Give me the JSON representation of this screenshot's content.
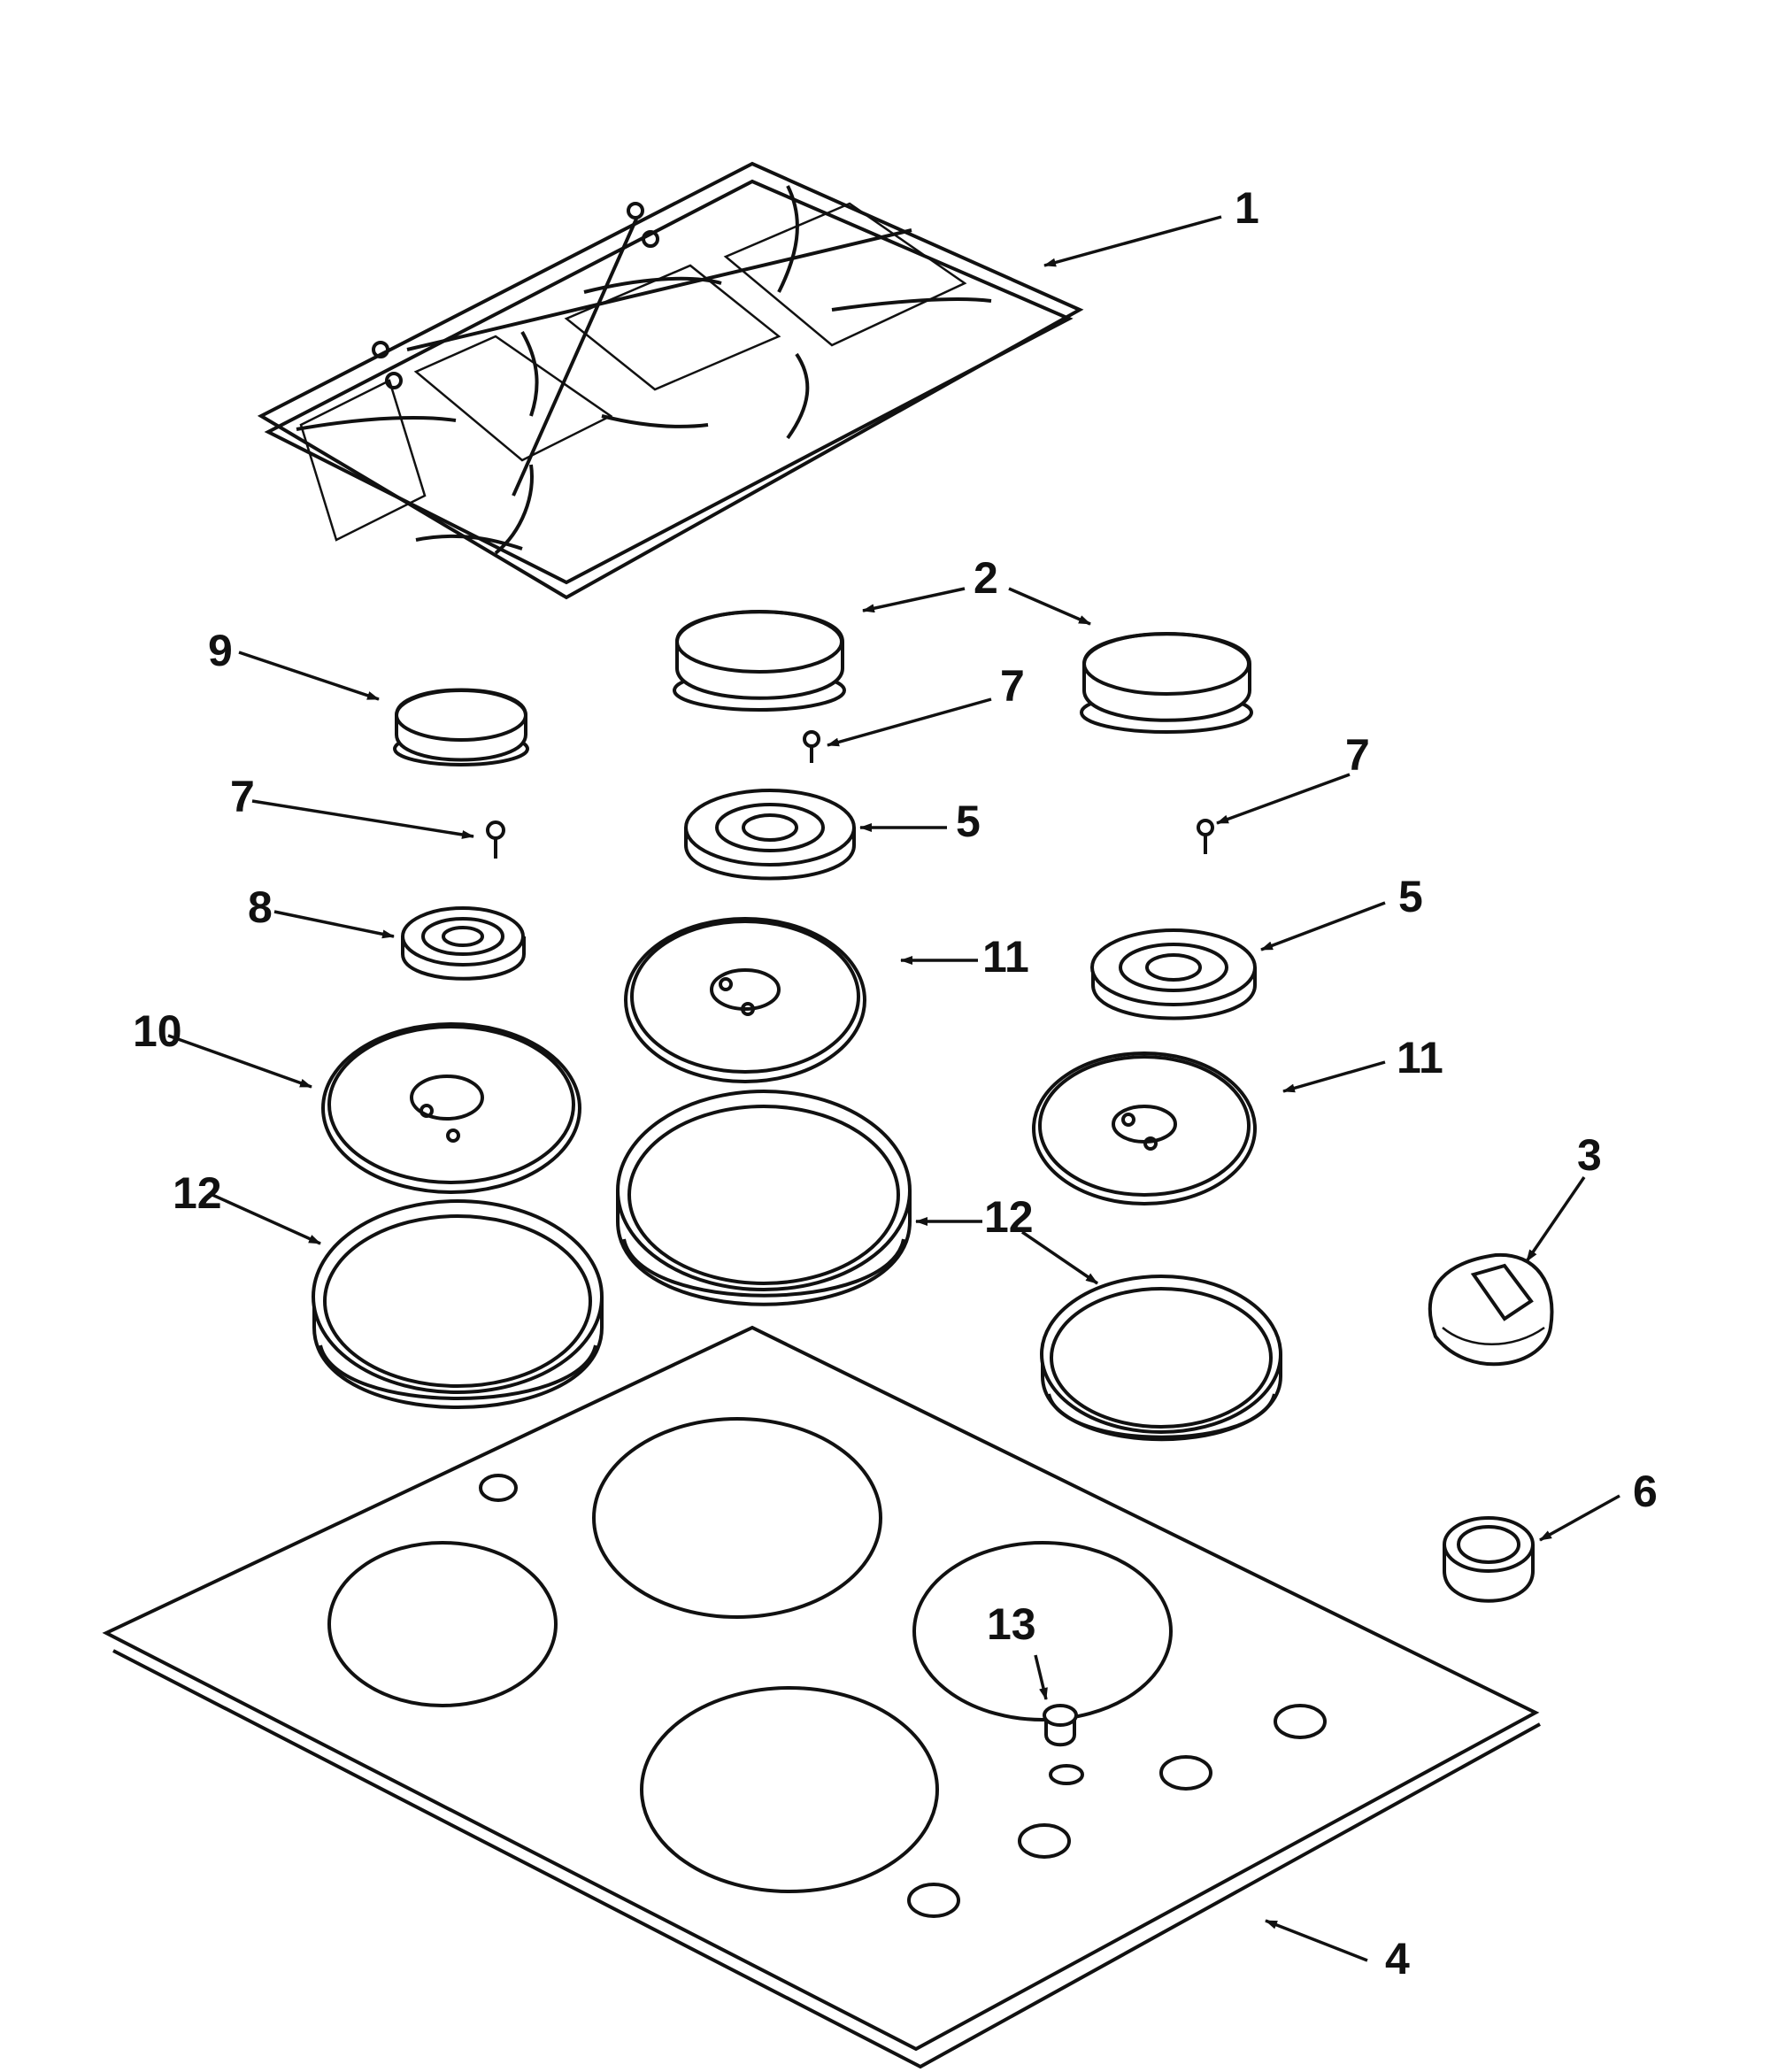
{
  "callouts": {
    "c1": "1",
    "c2": "2",
    "c3": "3",
    "c4": "4",
    "c5a": "5",
    "c5b": "5",
    "c6": "6",
    "c7a": "7",
    "c7b": "7",
    "c7c": "7",
    "c8": "8",
    "c9": "9",
    "c10": "10",
    "c11a": "11",
    "c11b": "11",
    "c12a": "12",
    "c12b": "12",
    "c13": "13"
  }
}
